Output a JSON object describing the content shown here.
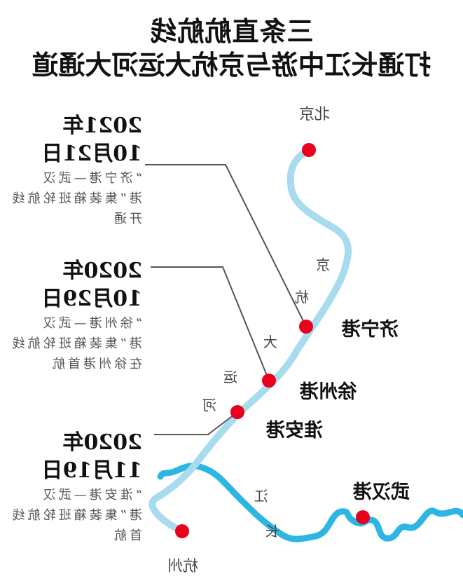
{
  "title": {
    "line1": "三条直航航线",
    "line2": "打通长江中游与京杭大运河大通道"
  },
  "events": [
    {
      "year": "2021年",
      "date": "10月21日",
      "desc": "“济宁港—武汉港”集装箱班轮航线开通"
    },
    {
      "year": "2020年",
      "date": "10月29日",
      "desc": "“徐州港—武汉港”集装箱班轮航线在徐州港首航"
    },
    {
      "year": "2020年",
      "date": "11月19日",
      "desc": "“淮安港—武汉港”集装箱班轮航线首航"
    }
  ],
  "cities": {
    "beijing": "北京",
    "hangzhou": "杭州"
  },
  "ports": {
    "jining": "济宁港",
    "xuzhou": "徐州港",
    "huaian": "淮安港",
    "wuhan": "武汉港"
  },
  "rivers": {
    "canal_chars": [
      "京",
      "杭",
      "大",
      "运",
      "河"
    ],
    "yangtze_chars": [
      "长",
      "江"
    ]
  },
  "colors": {
    "canal": "#a9dbef",
    "yangtze": "#2db5e3",
    "port_dot": "#e8001c",
    "leader_line": "#555555"
  }
}
